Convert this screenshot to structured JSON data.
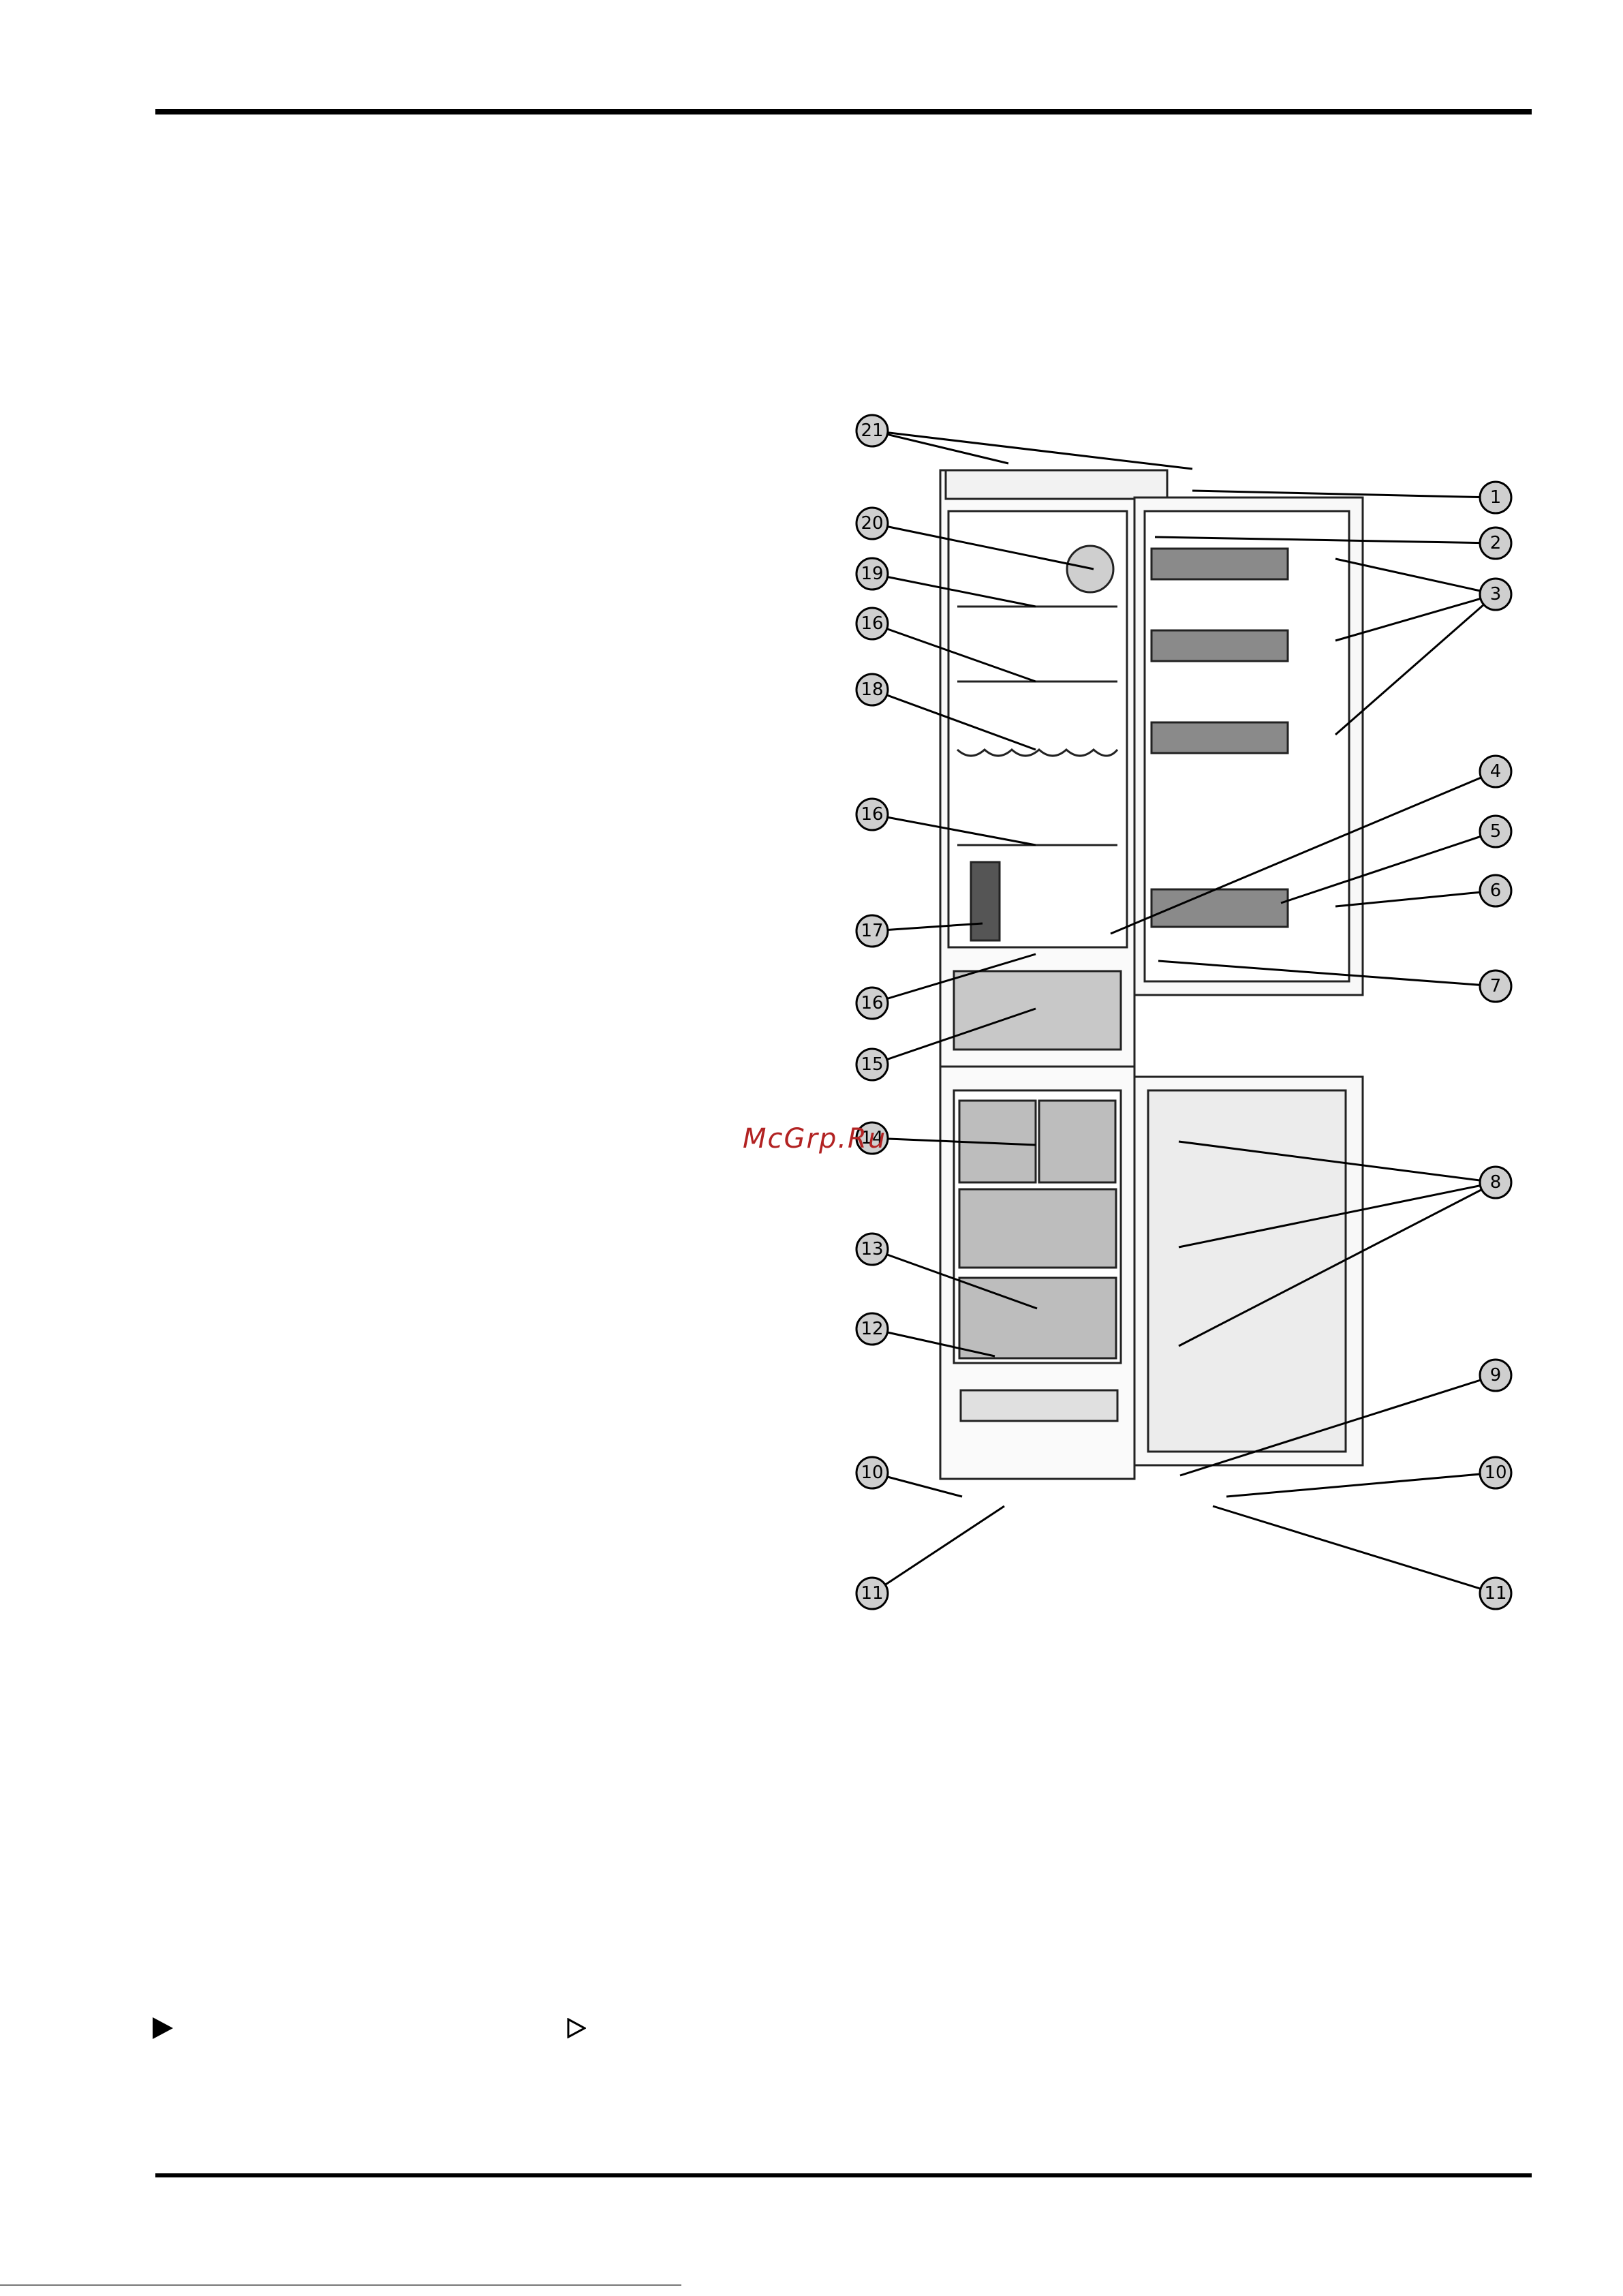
{
  "watermark": "McGrp.Ru",
  "callouts": [
    {
      "id": "21",
      "label": "21"
    },
    {
      "id": "1",
      "label": "1"
    },
    {
      "id": "20",
      "label": "20"
    },
    {
      "id": "2",
      "label": "2"
    },
    {
      "id": "3",
      "label": "3"
    },
    {
      "id": "19",
      "label": "19"
    },
    {
      "id": "16a",
      "label": "16"
    },
    {
      "id": "18",
      "label": "18"
    },
    {
      "id": "4",
      "label": "4"
    },
    {
      "id": "16b",
      "label": "16"
    },
    {
      "id": "5",
      "label": "5"
    },
    {
      "id": "6",
      "label": "6"
    },
    {
      "id": "17",
      "label": "17"
    },
    {
      "id": "7",
      "label": "7"
    },
    {
      "id": "16c",
      "label": "16"
    },
    {
      "id": "15",
      "label": "15"
    },
    {
      "id": "14",
      "label": "14"
    },
    {
      "id": "8",
      "label": "8"
    },
    {
      "id": "13",
      "label": "13"
    },
    {
      "id": "12",
      "label": "12"
    },
    {
      "id": "9",
      "label": "9"
    },
    {
      "id": "10a",
      "label": "10"
    },
    {
      "id": "10b",
      "label": "10"
    },
    {
      "id": "11a",
      "label": "11"
    },
    {
      "id": "11b",
      "label": "11"
    }
  ],
  "icons": {
    "bullet": "solid-triangle-bullet-icon",
    "result": "hollow-triangle-icon"
  }
}
